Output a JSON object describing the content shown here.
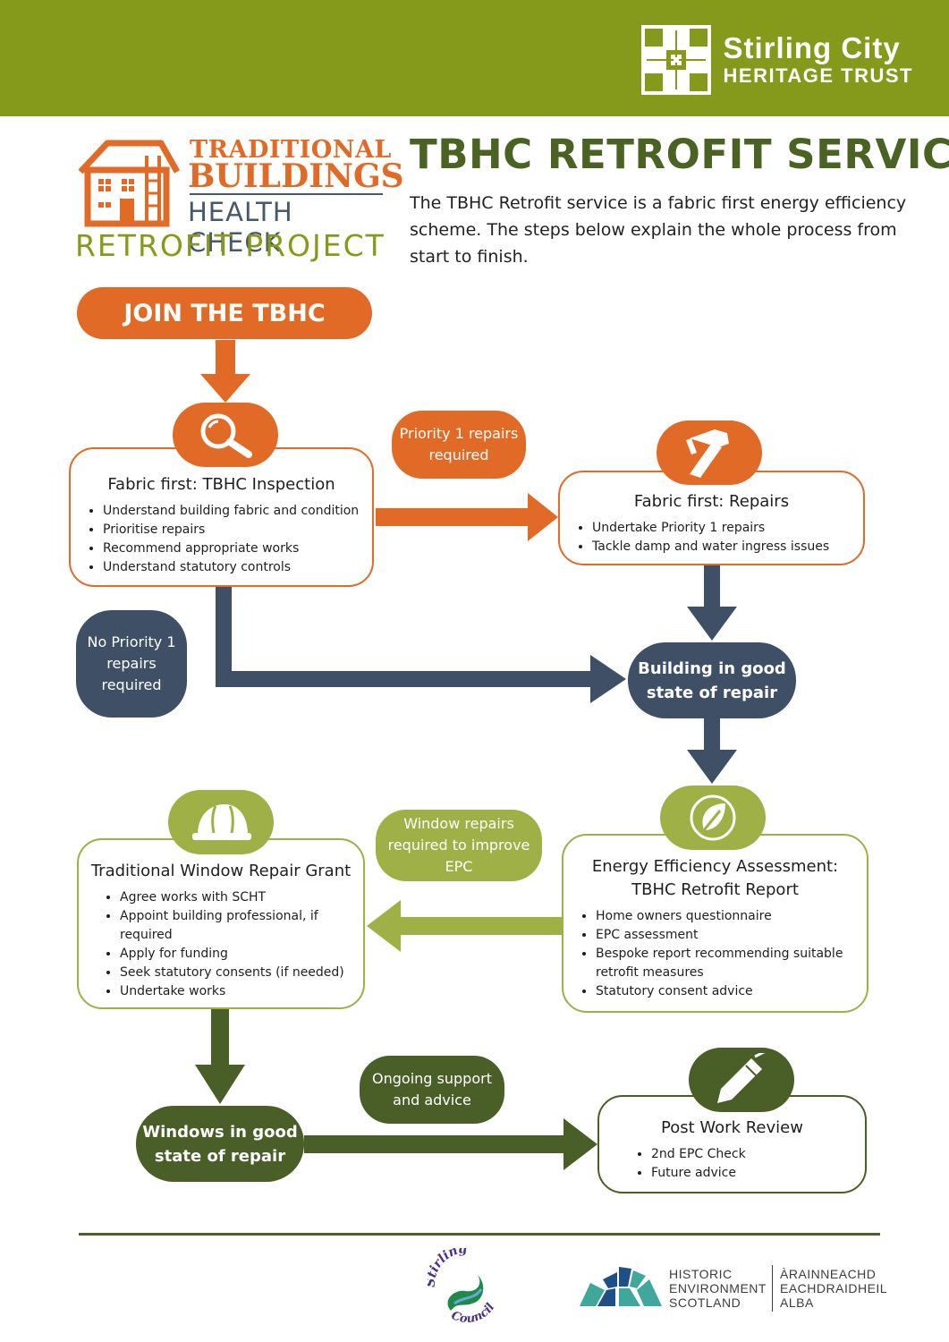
{
  "header": {
    "org_name_line1": "Stirling City",
    "org_name_line2": "HERITAGE TRUST",
    "brand_color": "#859a1b"
  },
  "project_logo": {
    "line1": "TRADITIONAL",
    "line2": "BUILDINGS",
    "line3": "HEALTH CHECK",
    "line4": "RETROFIT PROJECT"
  },
  "title": "TBHC RETROFIT SERVICE",
  "intro": "The TBHC Retrofit service is a fabric first energy efficiency scheme. The steps below explain the whole process from start to finish.",
  "colors": {
    "orange": "#e06a26",
    "slate": "#3f5066",
    "light_green": "#9fb046",
    "dark_green": "#4a5e28"
  },
  "flow": {
    "start": "JOIN THE TBHC",
    "tags": {
      "priority1": "Priority 1 repairs required",
      "no_priority1": "No Priority 1 repairs required",
      "window_repairs": "Window repairs required to improve EPC",
      "ongoing": "Ongoing support and advice"
    },
    "milestones": {
      "building_good": "Building in good state of repair",
      "windows_good": "Windows in good state of repair"
    },
    "boxes": {
      "inspection": {
        "title": "Fabric first: TBHC Inspection",
        "icon": "magnifying-glass-icon",
        "items": [
          "Understand building fabric and condition",
          "Prioritise repairs",
          "Recommend appropriate works",
          "Understand statutory controls"
        ]
      },
      "repairs": {
        "title": "Fabric first: Repairs",
        "icon": "hammer-icon",
        "items": [
          "Undertake Priority 1 repairs",
          "Tackle damp and water ingress issues"
        ]
      },
      "energy": {
        "title_line1": "Energy Efficiency Assessment:",
        "title_line2": "TBHC Retrofit Report",
        "icon": "leaf-icon",
        "items": [
          "Home owners questionnaire",
          "EPC assessment",
          "Bespoke report recommending suitable retrofit measures",
          "Statutory consent advice"
        ]
      },
      "window_grant": {
        "title": "Traditional Window Repair Grant",
        "icon": "hard-hat-icon",
        "items": [
          "Agree works with SCHT",
          "Appoint building professional, if required",
          "Apply for funding",
          "Seek statutory consents (if needed)",
          "Undertake works"
        ]
      },
      "review": {
        "title": "Post Work Review",
        "icon": "pen-icon",
        "items": [
          "2nd EPC Check",
          "Future advice"
        ]
      }
    }
  },
  "footer": {
    "council_logo_text": "Stirling Council",
    "hes_en": [
      "HISTORIC",
      "ENVIRONMENT",
      "SCOTLAND"
    ],
    "hes_gd": [
      "ÀRAINNEACHD",
      "EACHDRAIDHEIL",
      "ALBA"
    ]
  }
}
